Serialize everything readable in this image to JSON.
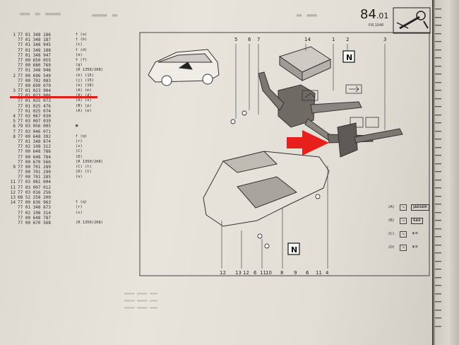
{
  "header": {
    "page_number": "84",
    "page_sub": ".01",
    "pr": "P.R.1040"
  },
  "parts": [
    {
      "idx": "1",
      "ref": "77 01 348 186",
      "note": "† (a)"
    },
    {
      "idx": "",
      "ref": "77 01 348 187",
      "note": "† (b)"
    },
    {
      "idx": "",
      "ref": "77 01 348 945",
      "note": "(c)"
    },
    {
      "idx": "",
      "ref": "77 01 348 188",
      "note": "† (d)"
    },
    {
      "idx": "",
      "ref": "77 01 348 947",
      "note": "(e)"
    },
    {
      "idx": "",
      "ref": "77 00 650 055",
      "note": "† (f)"
    },
    {
      "idx": "",
      "ref": "77 00 680 769",
      "note": "(g)"
    },
    {
      "idx": "",
      "ref": "77 01 348 946",
      "note": "(R 1350/268)"
    },
    {
      "idx": "2",
      "ref": "77 00 696 549",
      "note": "(h) (15)"
    },
    {
      "idx": "",
      "ref": "77 00 702 083",
      "note": "(j) (15)"
    },
    {
      "idx": "",
      "ref": "77 00 699 079",
      "note": "(k) (18)"
    },
    {
      "idx": "3",
      "ref": "77 01 023 904",
      "note": "(A) (m)"
    },
    {
      "idx": "",
      "ref": "77 01 023 906",
      "note": "(A) (d)"
    },
    {
      "idx": "",
      "ref": "77 01 025 073",
      "note": "(A) (n)"
    },
    {
      "idx": "",
      "ref": "77 01 025 476",
      "note": "(B) (p)"
    },
    {
      "idx": "",
      "ref": "77 01 025 074",
      "note": "(A) (e)"
    },
    {
      "idx": "4",
      "ref": "77 03 067 030",
      "note": ""
    },
    {
      "idx": "5",
      "ref": "77 03 007 039",
      "note": ""
    },
    {
      "idx": "6",
      "ref": "79 03 056 005",
      "note": "▣"
    },
    {
      "idx": "7",
      "ref": "77 03 046 071",
      "note": ""
    },
    {
      "idx": "8",
      "ref": "77 00 648 392",
      "note": "† (q)"
    },
    {
      "idx": "",
      "ref": "77 01 348 874",
      "note": "(r)"
    },
    {
      "idx": "",
      "ref": "77 02 108 312",
      "note": "(s)"
    },
    {
      "idx": "",
      "ref": "77 00 648 786",
      "note": "(C)"
    },
    {
      "idx": "",
      "ref": "77 00 648 784",
      "note": "(D)"
    },
    {
      "idx": "",
      "ref": "77 00 670 566",
      "note": "(R 1350/268)"
    },
    {
      "idx": "9",
      "ref": "77 00 701 289",
      "note": "(C) (t)"
    },
    {
      "idx": "",
      "ref": "77 00 701 290",
      "note": "(D) (t)"
    },
    {
      "idx": "",
      "ref": "77 00 701 285",
      "note": "(u)"
    },
    {
      "idx": "11",
      "ref": "77 03 081 004",
      "note": ""
    },
    {
      "idx": "11",
      "ref": "77 03 007 012",
      "note": ""
    },
    {
      "idx": "12",
      "ref": "77 03 016 256",
      "note": ""
    },
    {
      "idx": "13",
      "ref": "08 52 258 200",
      "note": ""
    },
    {
      "idx": "14",
      "ref": "77 00 636 963",
      "note": "† (q)"
    },
    {
      "idx": "",
      "ref": "77 01 348 873",
      "note": "(r)"
    },
    {
      "idx": "",
      "ref": "77 02 108 314",
      "note": "(s)"
    },
    {
      "idx": "",
      "ref": "77 00 648 787",
      "note": ""
    },
    {
      "idx": "",
      "ref": "77 00 670 568",
      "note": "(R 1350/268)"
    }
  ],
  "diagram": {
    "top_callouts": [
      "5",
      "6",
      "7",
      "14",
      "1",
      "2",
      "3"
    ],
    "bottom_callouts": [
      "12",
      "13",
      "12",
      "6",
      "11",
      "10",
      "8",
      "9",
      "6",
      "11",
      "4"
    ]
  },
  "legend": [
    {
      "code": "(A)",
      "tag": "JAEGER"
    },
    {
      "code": "(B)",
      "tag": "SAX"
    },
    {
      "code": "(C)",
      "tag": ""
    },
    {
      "code": "(D)",
      "tag": ""
    }
  ],
  "colors": {
    "highlight_underline": "#e31a1a",
    "arrow": "#e8201c"
  }
}
